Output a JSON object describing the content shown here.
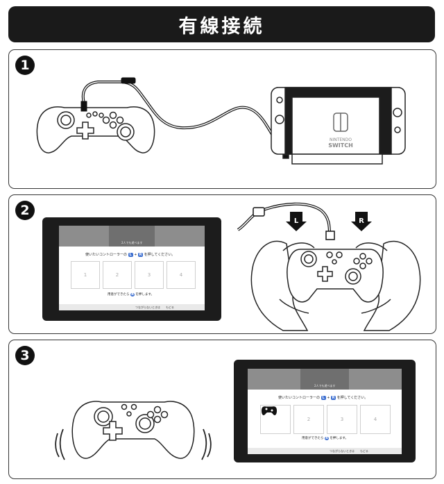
{
  "title": "有線接続",
  "steps": [
    {
      "number": "1",
      "console_logo_top": "NINTENDO",
      "console_logo_bottom": "SWITCH"
    },
    {
      "number": "2",
      "shoulder_left": "L",
      "shoulder_right": "R"
    },
    {
      "number": "3"
    }
  ],
  "screen": {
    "tab_caption": "2人でも遊べます",
    "instruction_before": "使いたいコントローラーの",
    "key_l": "L",
    "key_plus": "+",
    "key_r": "R",
    "instruction_after": "を押してください。",
    "slots": [
      "1",
      "2",
      "3",
      "4"
    ],
    "done_before": "用意ができたら",
    "key_a": "A",
    "done_after": "を押します。",
    "footer": "つながらないときは　　もどる",
    "step3_slot_caption": "1P"
  },
  "colors": {
    "accent_key": "#3d6fd0",
    "frame": "#1c1c1c",
    "screen_header": "#8d8d8d"
  }
}
